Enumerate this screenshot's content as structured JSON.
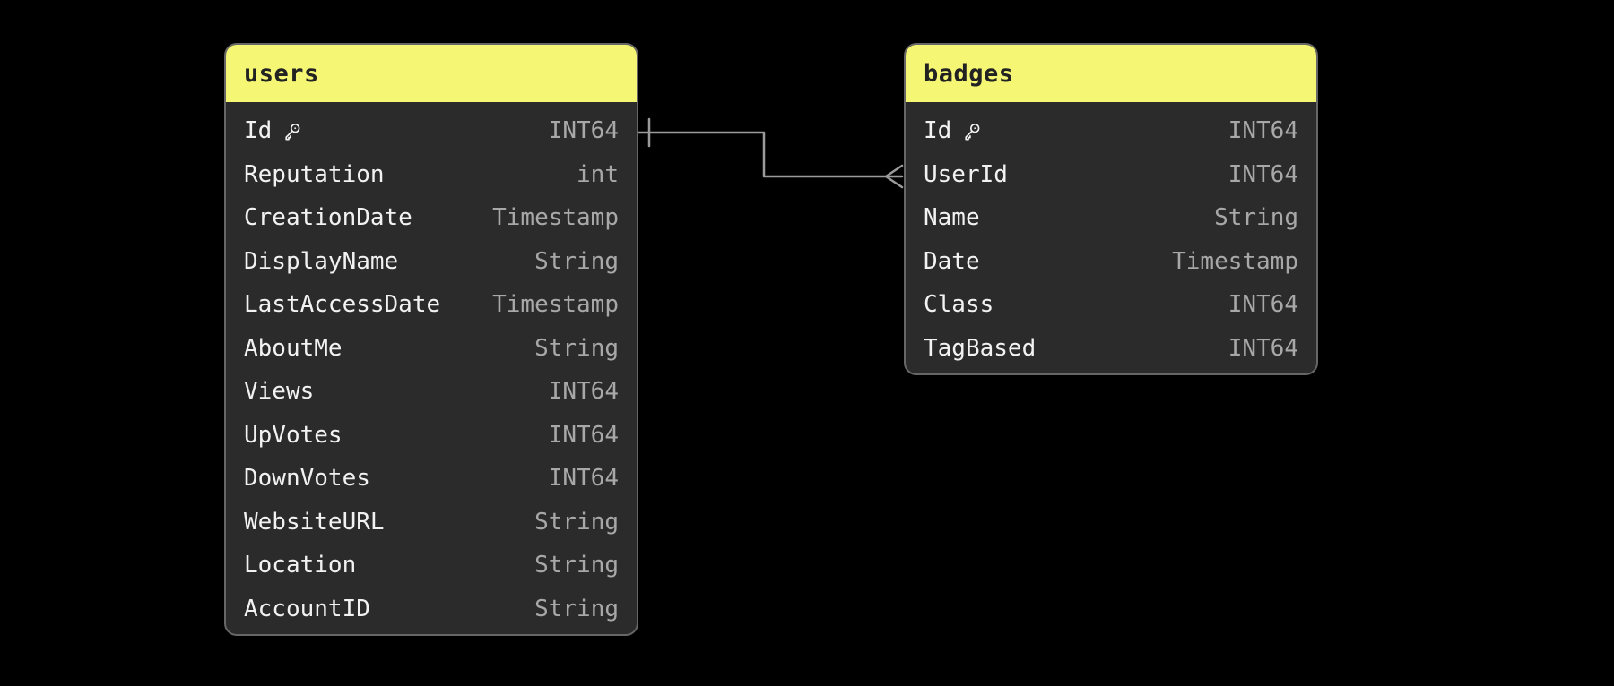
{
  "diagram": {
    "background_color": "#000000",
    "header_color": "#f4f674",
    "body_color": "#2b2b2b",
    "border_color": "#666666",
    "connector_color": "#9b9b9b"
  },
  "tables": [
    {
      "title": "users",
      "fields": [
        {
          "name": "Id",
          "type": "INT64",
          "primary_key": true
        },
        {
          "name": "Reputation",
          "type": "int"
        },
        {
          "name": "CreationDate",
          "type": "Timestamp"
        },
        {
          "name": "DisplayName",
          "type": "String"
        },
        {
          "name": "LastAccessDate",
          "type": "Timestamp"
        },
        {
          "name": "AboutMe",
          "type": "String"
        },
        {
          "name": "Views",
          "type": "INT64"
        },
        {
          "name": "UpVotes",
          "type": "INT64"
        },
        {
          "name": "DownVotes",
          "type": "INT64"
        },
        {
          "name": "WebsiteURL",
          "type": "String"
        },
        {
          "name": "Location",
          "type": "String"
        },
        {
          "name": "AccountID",
          "type": "String"
        }
      ]
    },
    {
      "title": "badges",
      "fields": [
        {
          "name": "Id",
          "type": "INT64",
          "primary_key": true
        },
        {
          "name": "UserId",
          "type": "INT64"
        },
        {
          "name": "Name",
          "type": "String"
        },
        {
          "name": "Date",
          "type": "Timestamp"
        },
        {
          "name": "Class",
          "type": "INT64"
        },
        {
          "name": "TagBased",
          "type": "INT64"
        }
      ]
    }
  ],
  "relationship": {
    "from_table": "users",
    "from_field": "Id",
    "to_table": "badges",
    "to_field": "UserId",
    "from_cardinality": "one",
    "to_cardinality": "many"
  }
}
